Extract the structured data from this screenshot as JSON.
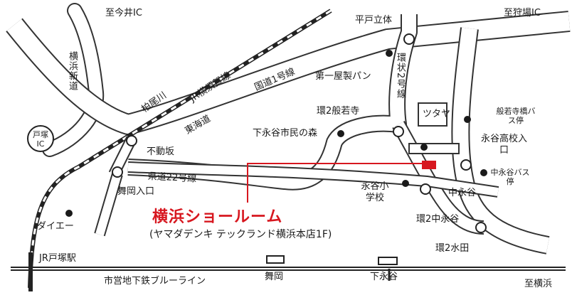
{
  "labels": {
    "to_imai_ic": "至今井IC",
    "to_kariba_ic": "至狩場IC",
    "hirado_tachitai": "平戸立体",
    "yokohama_shindo": "横浜新道",
    "kashio_river": "柏尾川",
    "jr_yokosuka": "JR横須賀線",
    "route1": "国道1号線",
    "tokaido": "東海道",
    "daiichiya_bread": "第一屋製パン",
    "kanjo2": "環状2号線",
    "kan2_hannyaji": "環2般若寺",
    "totsuka_ic": "戸塚IC",
    "fudozaka": "不動坂",
    "shimonagaya_forest": "下永谷市民の森",
    "tsutaya": "ツタヤ",
    "hannyaji_bridge_bus": "般若寺橋バス停",
    "nagaya_high_entrance": "永谷高校入口",
    "prefroad22": "県道22号線",
    "maioka_iriguchi": "舞岡入口",
    "naka_nagaya_bus": "中永谷バス停",
    "naka_nagaya": "中永谷",
    "nagaya_elementary": "永谷小学校",
    "kan2_naka_nagaya": "環2中永谷",
    "daiei": "ダイエー",
    "kan2_mizuta": "環2水田",
    "jr_totsuka_station": "JR戸塚駅",
    "maioka_station": "舞岡",
    "shimonagaya_station": "下永谷",
    "subway_blue_line": "市営地下鉄ブルーライン",
    "to_yokohama": "至横浜"
  },
  "showroom": {
    "title": "横浜ショールーム",
    "subtitle": "(ヤマダデンキ テックランド横浜本店1F)"
  },
  "colors": {
    "road_outline": "#333333",
    "rail": "#222222",
    "highlight": "#d7171f",
    "landmark": "#1a1a1a"
  }
}
